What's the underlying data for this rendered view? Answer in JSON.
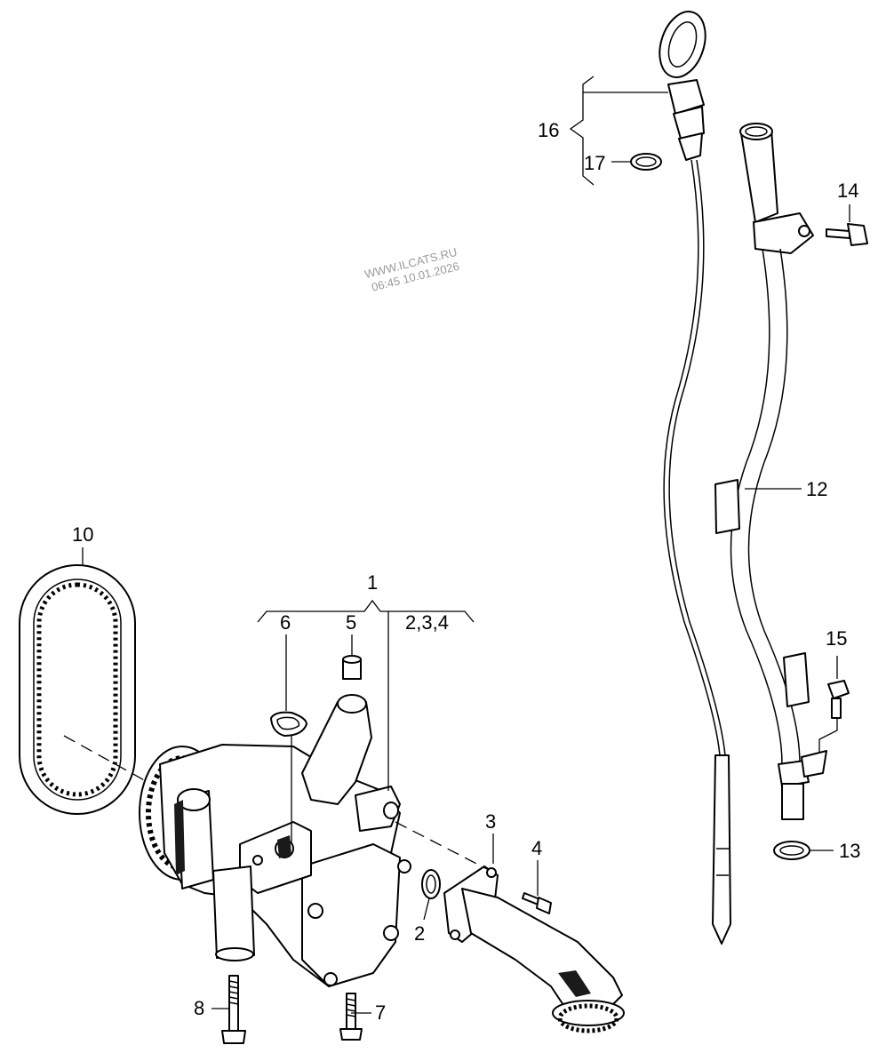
{
  "watermark": {
    "line1": "WWW.ILCATS.RU",
    "line2": "06:45 10.01.2026"
  },
  "callouts": [
    {
      "id": "c1",
      "label": "1"
    },
    {
      "id": "c2",
      "label": "2"
    },
    {
      "id": "c3",
      "label": "3"
    },
    {
      "id": "c4",
      "label": "4"
    },
    {
      "id": "c5",
      "label": "5"
    },
    {
      "id": "c6",
      "label": "6"
    },
    {
      "id": "c7",
      "label": "7"
    },
    {
      "id": "c8",
      "label": "8"
    },
    {
      "id": "c10",
      "label": "10"
    },
    {
      "id": "c12",
      "label": "12"
    },
    {
      "id": "c13",
      "label": "13"
    },
    {
      "id": "c14",
      "label": "14"
    },
    {
      "id": "c15",
      "label": "15"
    },
    {
      "id": "c16",
      "label": "16"
    },
    {
      "id": "c17",
      "label": "17"
    },
    {
      "id": "c234",
      "label": "2,3,4"
    }
  ]
}
